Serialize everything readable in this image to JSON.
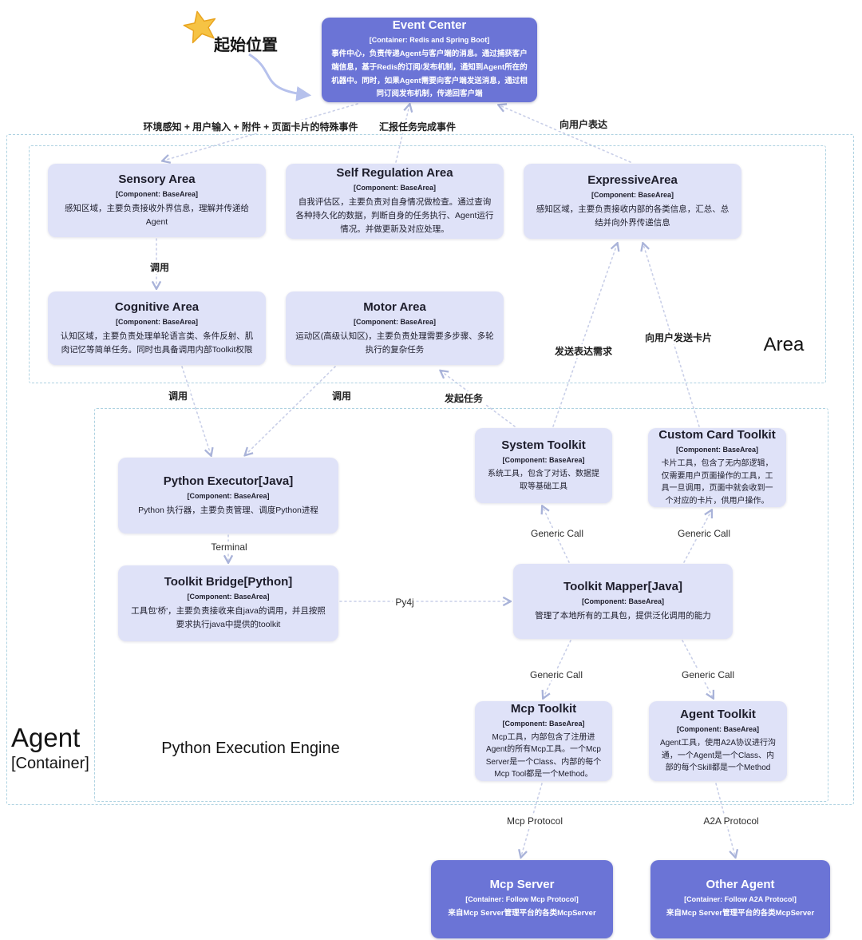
{
  "colors": {
    "dark_box": "#6b74d6",
    "light_box": "#dfe2f8",
    "container_border": "#aed2e1",
    "connector": "#c9cfe8",
    "star": "#f6c344"
  },
  "start_marker": {
    "label": "起始位置"
  },
  "containers": {
    "agent": {
      "title": "Agent",
      "subtitle": "[Container]"
    },
    "area": {
      "label": "Area"
    },
    "engine": {
      "label": "Python Execution Engine"
    }
  },
  "nodes": {
    "event_center": {
      "title": "Event Center",
      "subtitle": "[Container: Redis and Spring Boot]",
      "body": "事件中心，负责传递Agent与客户端的消息。通过捕获客户端信息，基于Redis的订阅/发布机制，通知到Agent所在的机器中。同时，如果Agent需要向客户端发送消息，通过相同订阅发布机制，传递回客户端"
    },
    "sensory": {
      "title": "Sensory Area",
      "subtitle": "[Component: BaseArea]",
      "body": "感知区域，主要负责接收外界信息，理解并传递给Agent"
    },
    "self_regulation": {
      "title": "Self Regulation Area",
      "subtitle": "[Component: BaseArea]",
      "body": "自我评估区，主要负责对自身情况做检查。通过查询各种持久化的数据，判断自身的任务执行、Agent运行情况。并做更新及对应处理。"
    },
    "expressive": {
      "title": "ExpressiveArea",
      "subtitle": "[Component: BaseArea]",
      "body": "感知区域，主要负责接收内部的各类信息，汇总、总结并向外界传递信息"
    },
    "cognitive": {
      "title": "Cognitive Area",
      "subtitle": "[Component: BaseArea]",
      "body": "认知区域，主要负责处理单轮语言类、条件反射、肌肉记忆等简单任务。同时也具备调用内部Toolkit权限"
    },
    "motor": {
      "title": "Motor Area",
      "subtitle": "[Component: BaseArea]",
      "body": "运动区(高级认知区)，主要负责处理需要多步骤、多轮执行的复杂任务"
    },
    "python_executor": {
      "title": "Python Executor[Java]",
      "subtitle": "[Component: BaseArea]",
      "body": "Python 执行器，主要负责管理、调度Python进程"
    },
    "toolkit_bridge": {
      "title": "Toolkit Bridge[Python]",
      "subtitle": "[Component: BaseArea]",
      "body": "工具包'桥'，主要负责接收来自java的调用，并且按照要求执行java中提供的toolkit"
    },
    "system_toolkit": {
      "title": "System Toolkit",
      "subtitle": "[Component: BaseArea]",
      "body": "系统工具，包含了对话、数据提取等基础工具"
    },
    "custom_card_toolkit": {
      "title": "Custom Card Toolkit",
      "subtitle": "[Component: BaseArea]",
      "body": "卡片工具，包含了无内部逻辑，仅需要用户页面操作的工具，工具一旦调用，页面中就会收到一个对应的卡片，供用户操作。"
    },
    "toolkit_mapper": {
      "title": "Toolkit Mapper[Java]",
      "subtitle": "[Component: BaseArea]",
      "body": "管理了本地所有的工具包，提供泛化调用的能力"
    },
    "mcp_toolkit": {
      "title": "Mcp Toolkit",
      "subtitle": "[Component: BaseArea]",
      "body": "Mcp工具，内部包含了注册进Agent的所有Mcp工具。一个Mcp Server是一个Class、内部的每个Mcp Tool都是一个Method。"
    },
    "agent_toolkit": {
      "title": "Agent Toolkit",
      "subtitle": "[Component: BaseArea]",
      "body": "Agent工具，使用A2A协议进行沟通，一个Agent是一个Class、内部的每个Skill都是一个Method"
    },
    "mcp_server": {
      "title": "Mcp Server",
      "subtitle": "[Container: Follow Mcp Protocol]",
      "body": "来自Mcp Server管理平台的各类McpServer"
    },
    "other_agent": {
      "title": "Other Agent",
      "subtitle": "[Container: Follow A2A Protocol]",
      "body": "来自Mcp Server管理平台的各类McpServer"
    }
  },
  "edge_labels": {
    "env_events": "环境感知 + 用户输入 + 附件 + 页面卡片的特殊事件",
    "report_done": "汇报任务完成事件",
    "express_to_user": "向用户表达",
    "call_1": "调用",
    "call_2": "调用",
    "call_3": "调用",
    "start_task": "发起任务",
    "send_express_need": "发送表达需求",
    "send_card": "向用户发送卡片",
    "terminal": "Terminal",
    "py4j": "Py4j",
    "generic_call_1": "Generic Call",
    "generic_call_2": "Generic Call",
    "generic_call_3": "Generic Call",
    "generic_call_4": "Generic Call",
    "mcp_protocol": "Mcp Protocol",
    "a2a_protocol": "A2A Protocol"
  }
}
